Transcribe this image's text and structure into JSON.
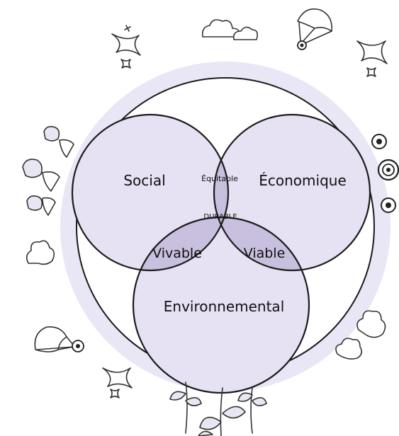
{
  "diagram": {
    "circles": {
      "social": "Social",
      "economique": "Économique",
      "environnemental": "Environnemental"
    },
    "intersections": {
      "social_economique": "Équitable",
      "social_environnemental": "Vivable",
      "economique_environnemental": "Viable",
      "center": "DURABLE"
    }
  },
  "colors": {
    "halo": "#e9e6f5",
    "circle_fill": "#e6e1f3",
    "overlap_fill": "#c9bfde",
    "center_fill": "#b8abd2",
    "stroke": "#1b1b1b"
  },
  "icons": [
    "star-icon",
    "cloud-icon",
    "parachute-icon",
    "coin-icon",
    "person-icon",
    "plant-icon"
  ]
}
